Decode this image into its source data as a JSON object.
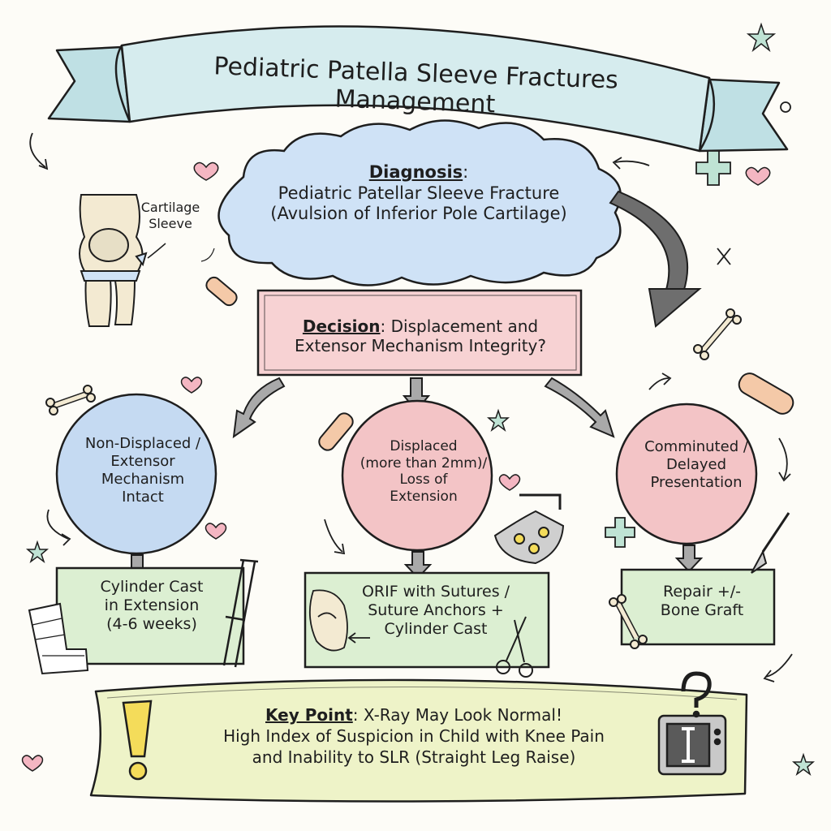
{
  "title": {
    "line1": "Pediatric Patella Sleeve Fractures",
    "line2": "Management"
  },
  "diagnosis": {
    "label": "Diagnosis",
    "line1": "Pediatric Patellar Sleeve Fracture",
    "line2": "(Avulsion of Inferior Pole Cartilage)"
  },
  "decision": {
    "label": "Decision",
    "line1_rest": " Displacement and",
    "line2": "Extensor Mechanism Integrity?"
  },
  "anatomy_label": {
    "line1": "Cartilage",
    "line2": "Sleeve"
  },
  "branches": [
    {
      "condition": [
        "Non-Displaced /",
        "Extensor",
        "Mechanism",
        "Intact"
      ],
      "treatment": [
        "Cylinder Cast",
        "in Extension",
        "(4-6 weeks)"
      ]
    },
    {
      "condition": [
        "Displaced",
        "(more than 2mm)/",
        "Loss of",
        "Extension"
      ],
      "treatment": [
        "ORIF with Sutures /",
        "Suture Anchors +",
        "Cylinder Cast"
      ]
    },
    {
      "condition": [
        "Comminuted /",
        "Delayed",
        "Presentation"
      ],
      "treatment": [
        "Repair +/-",
        "Bone Graft"
      ]
    }
  ],
  "key_point": {
    "label": "Key Point",
    "line1_rest": " X-Ray May Look Normal!",
    "line2": "High Index of Suspicion in Child with Knee Pain",
    "line3": "and Inability to SLR (Straight Leg Raise)"
  },
  "colors": {
    "ribbon": "#d6ecee",
    "cloud": "#cfe2f6",
    "decision": "#f7d2d3",
    "circle_blue": "#c5daf2",
    "circle_pink": "#f3c4c6",
    "box_green": "#dcefd2",
    "banner": "#eef3c8",
    "ink": "#1e1e1e"
  }
}
